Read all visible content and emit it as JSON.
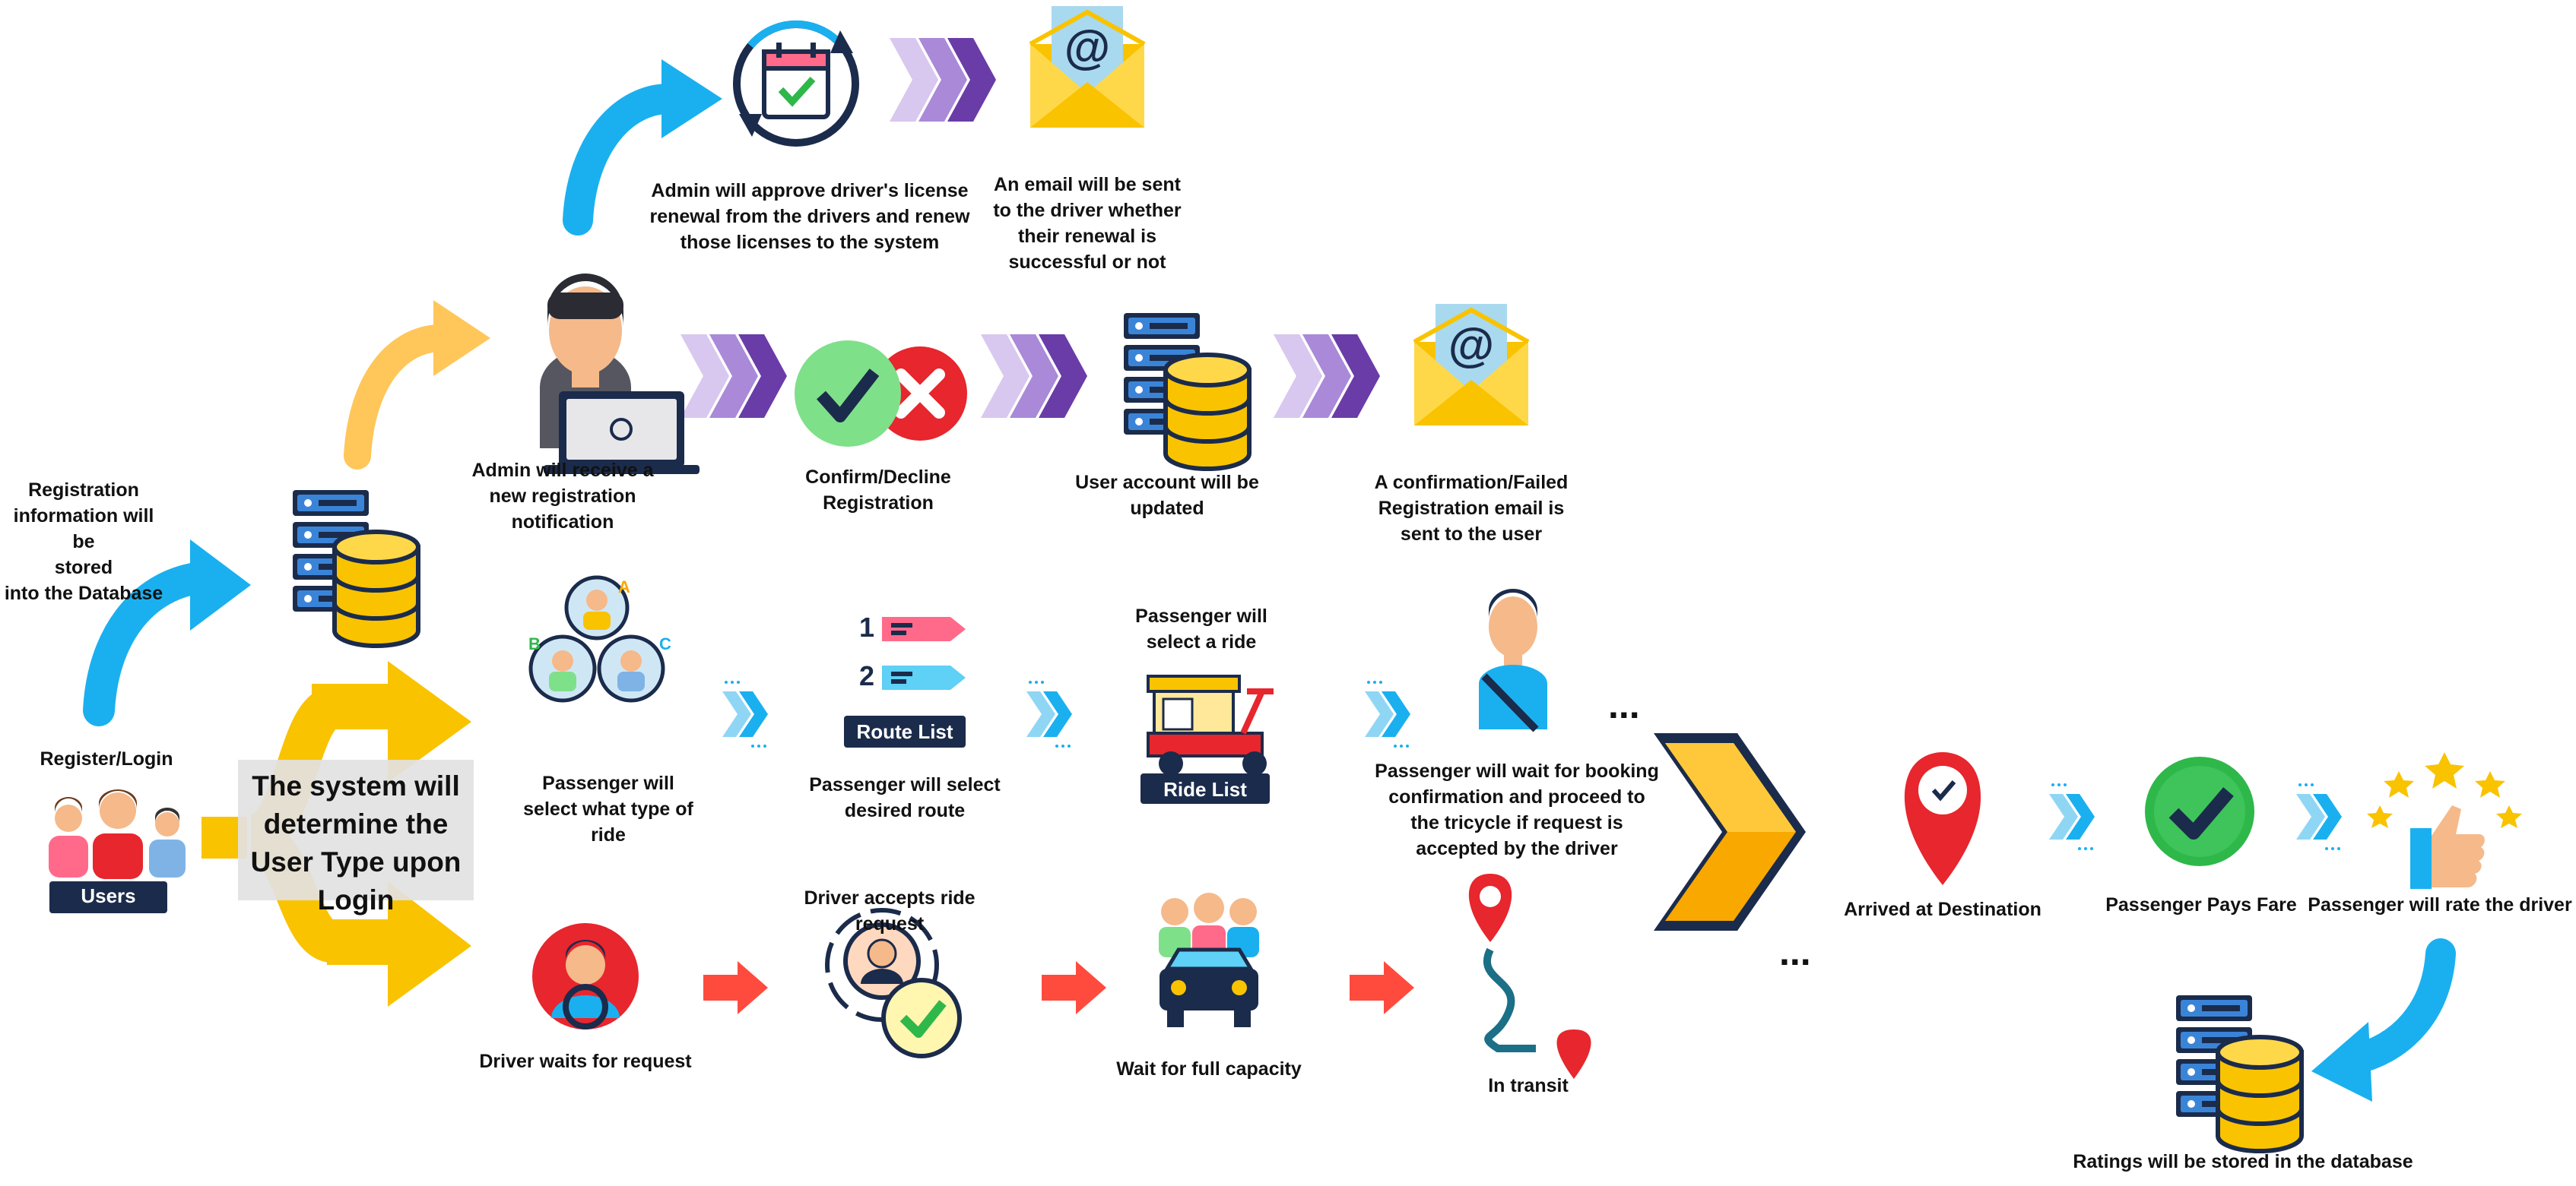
{
  "labels": {
    "register_login": "Register/Login",
    "users_tag": "Users",
    "registration_db": "Registration\ninformation will be\nstored\ninto the Database",
    "system_determine": "The system will\ndetermine the\nUser Type upon\nLogin",
    "admin_notification": "Admin will receive a\nnew registration\nnotification",
    "admin_license": "Admin will approve driver's license\nrenewal from the drivers and renew\nthose licenses to the system",
    "email_renewal": "An email will be sent\nto the driver whether\ntheir renewal is\nsuccessful or not",
    "confirm_decline": "Confirm/Decline\nRegistration",
    "account_updated": "User account will be\nupdated",
    "confirmation_email": "A confirmation/Failed\nRegistration email is\nsent to the user",
    "passenger_type": "Passenger will\nselect what type of\nride",
    "route_list_tag": "Route List",
    "passenger_route": "Passenger will select\ndesired route",
    "passenger_ride": "Passenger will\nselect a ride",
    "ride_list_tag": "Ride List",
    "passenger_wait": "Passenger will wait for booking\nconfirmation and proceed to\nthe tricycle if request is\naccepted by the driver",
    "driver_waits": "Driver waits for request",
    "driver_accepts": "Driver accepts ride request",
    "full_capacity": "Wait for full capacity",
    "in_transit": "In transit",
    "arrived": "Arrived at Destination",
    "pays_fare": "Passenger Pays Fare",
    "rate_driver": "Passenger will rate the driver",
    "ratings_db": "Ratings will be stored in the database",
    "ellipsis_top": "...",
    "ellipsis_bottom": "..."
  },
  "icons": [
    "users-icon",
    "database-icon",
    "admin-laptop-icon",
    "calendar-sync-icon",
    "email-envelope-icon",
    "check-x-icon",
    "user-group-abc-icon",
    "route-list-icon",
    "tricycle-icon",
    "passenger-icon",
    "driver-icon",
    "driver-accept-icon",
    "full-capacity-car-icon",
    "route-pin-icon",
    "location-pin-icon",
    "check-circle-icon",
    "rating-thumb-icon"
  ],
  "colors": {
    "blue_arrow": "#1ab0ef",
    "orange_arrow": "#ffc65a",
    "yellow_arrow": "#f9c300",
    "red_arrow": "#ff4b3e",
    "purple_chevron": "#6a3ca8",
    "cyan_chevron": "#1ab0ef",
    "big_chevron": "#f9a800",
    "green": "#2eb84a",
    "red": "#e7262d",
    "navy": "#1b2b4b"
  }
}
